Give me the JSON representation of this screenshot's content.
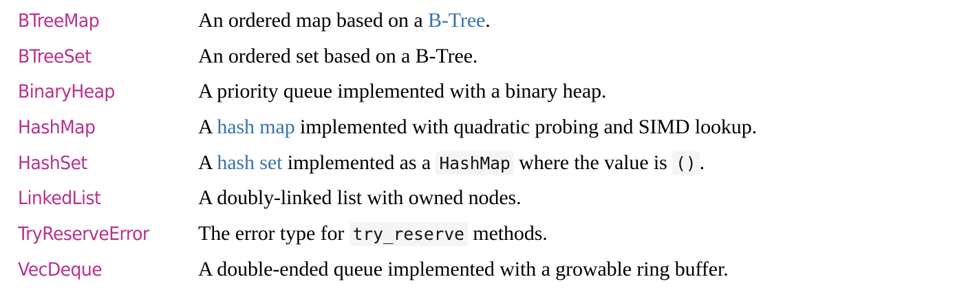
{
  "page": {
    "kind": "rustdoc-item-table",
    "colors": {
      "item_name": "#b8318b",
      "link": "#3873ad",
      "text": "#000000",
      "code_background": "#f5f5f5",
      "page_background": "#ffffff"
    }
  },
  "items": [
    {
      "name": "BTreeMap",
      "desc_parts": [
        {
          "type": "text",
          "text": "An ordered map based on a "
        },
        {
          "type": "link",
          "text": "B-Tree"
        },
        {
          "type": "text",
          "text": "."
        }
      ]
    },
    {
      "name": "BTreeSet",
      "desc_parts": [
        {
          "type": "text",
          "text": "An ordered set based on a B-Tree."
        }
      ]
    },
    {
      "name": "BinaryHeap",
      "desc_parts": [
        {
          "type": "text",
          "text": "A priority queue implemented with a binary heap."
        }
      ]
    },
    {
      "name": "HashMap",
      "desc_parts": [
        {
          "type": "text",
          "text": "A "
        },
        {
          "type": "link",
          "text": "hash map"
        },
        {
          "type": "text",
          "text": " implemented with quadratic probing and SIMD lookup."
        }
      ]
    },
    {
      "name": "HashSet",
      "desc_parts": [
        {
          "type": "text",
          "text": "A "
        },
        {
          "type": "link",
          "text": "hash set"
        },
        {
          "type": "text",
          "text": " implemented as a "
        },
        {
          "type": "code",
          "text": "HashMap"
        },
        {
          "type": "text",
          "text": " where the value is "
        },
        {
          "type": "code",
          "text": "()"
        },
        {
          "type": "text",
          "text": "."
        }
      ]
    },
    {
      "name": "LinkedList",
      "desc_parts": [
        {
          "type": "text",
          "text": "A doubly-linked list with owned nodes."
        }
      ]
    },
    {
      "name": "TryReserveError",
      "desc_parts": [
        {
          "type": "text",
          "text": "The error type for "
        },
        {
          "type": "code",
          "text": "try_reserve"
        },
        {
          "type": "text",
          "text": " methods."
        }
      ]
    },
    {
      "name": "VecDeque",
      "desc_parts": [
        {
          "type": "text",
          "text": "A double-ended queue implemented with a growable ring buffer."
        }
      ]
    }
  ]
}
